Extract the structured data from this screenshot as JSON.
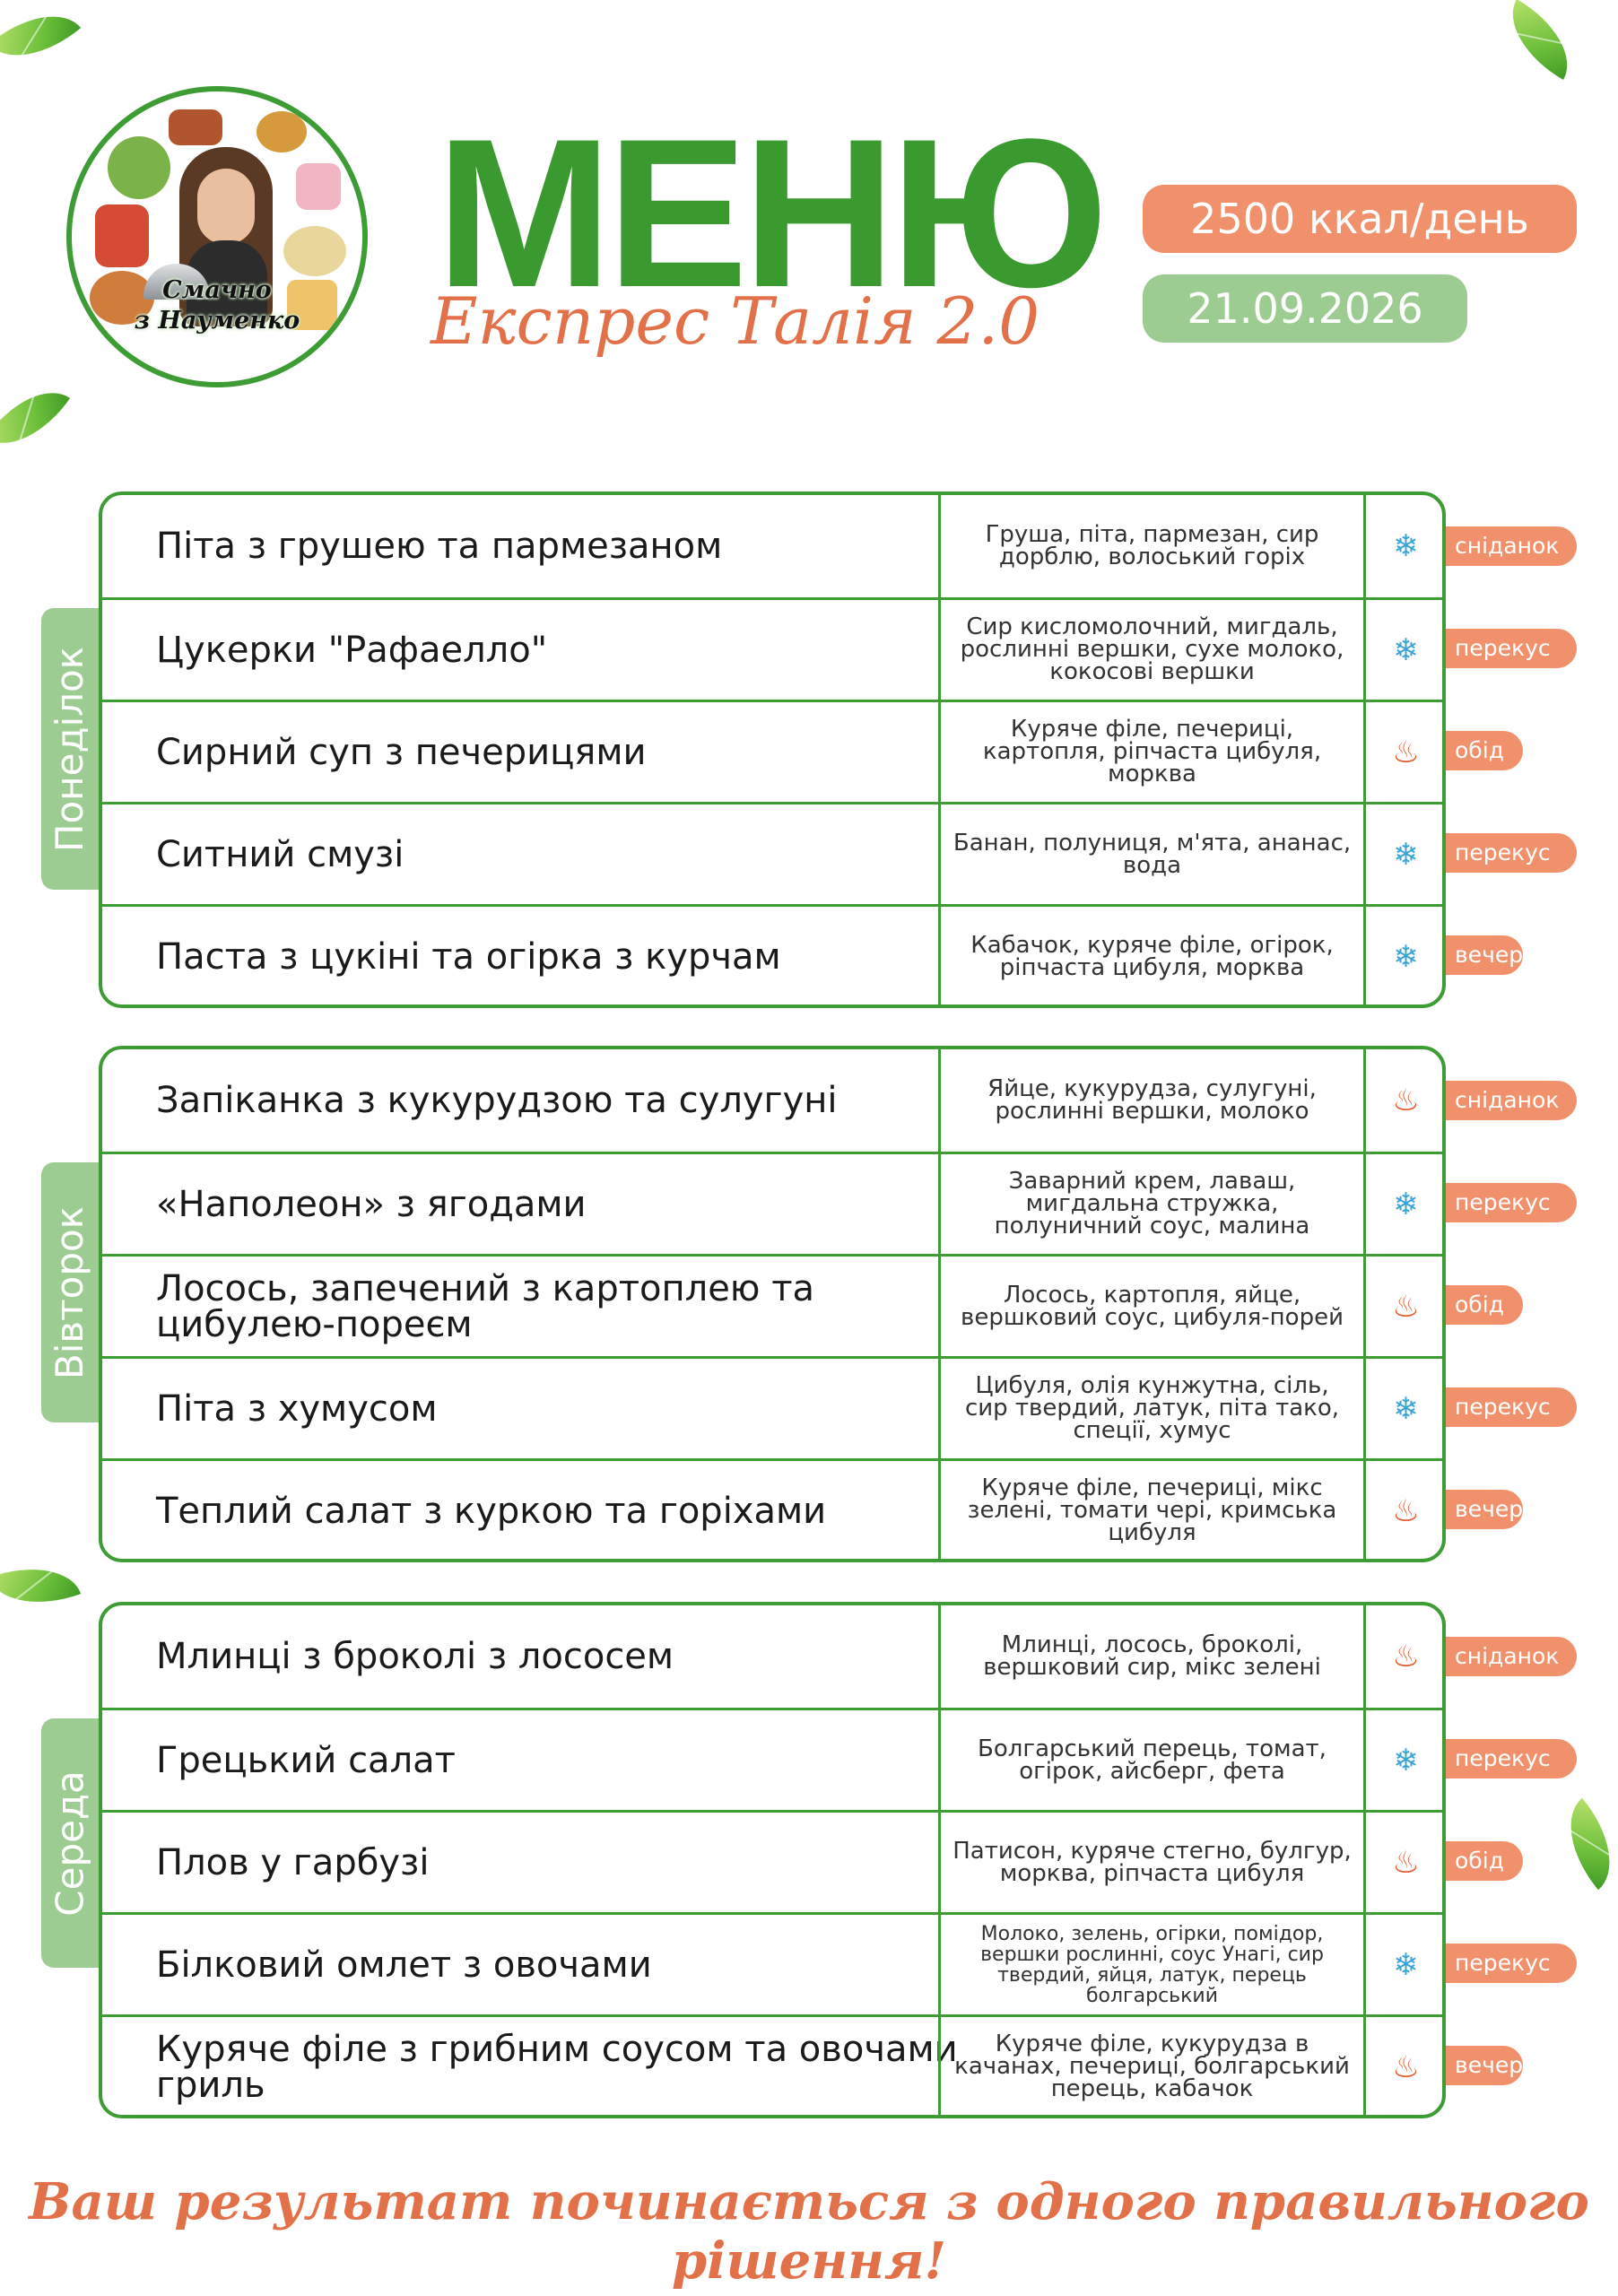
{
  "logo": {
    "line1": "Смачно",
    "line2": "з Науменко"
  },
  "header": {
    "title": "МЕНЮ",
    "subtitle": "Експрес Талія 2.0",
    "calories": "2500 ккал/день",
    "date": "21.09.2026"
  },
  "colors": {
    "green": "#3e9c35",
    "accent": "#f0916c",
    "soft_green": "#9ccc92",
    "orange_text": "#e2714a"
  },
  "icons": {
    "cold": "snowflake-icon",
    "hot": "fire-icon"
  },
  "days": [
    {
      "name": "Понеділок",
      "meals": [
        {
          "dish": "Піта з грушею та пармезаном",
          "ingredients": "Груша, піта, пармезан, сир дорблю, волоський горіх",
          "temp": "cold",
          "meal_type": "сніданок"
        },
        {
          "dish": "Цукерки \"Рафаелло\"",
          "ingredients": "Сир кисломолочний, мигдаль, рослинні вершки, сухе молоко, кокосові вершки",
          "temp": "cold",
          "meal_type": "перекус"
        },
        {
          "dish": "Сирний суп з печерицями",
          "ingredients": "Куряче філе, печериці, картопля, ріпчаста цибуля, морква",
          "temp": "hot",
          "meal_type": "обід"
        },
        {
          "dish": "Ситний смузі",
          "ingredients": "Банан, полуниця, м'ята, ананас, вода",
          "temp": "cold",
          "meal_type": "перекус"
        },
        {
          "dish": "Паста з цукіні та огірка з курчам",
          "ingredients": "Кабачок, куряче філе, огірок, ріпчаста цибуля, морква",
          "temp": "cold",
          "meal_type": "вечеря"
        }
      ]
    },
    {
      "name": "Вівторок",
      "meals": [
        {
          "dish": "Запіканка з кукурудзою та сулугуні",
          "ingredients": "Яйце, кукурудза, сулугуні, рослинні вершки, молоко",
          "temp": "hot",
          "meal_type": "сніданок"
        },
        {
          "dish": "«Наполеон» з ягодами",
          "ingredients": "Заварний крем, лаваш, мигдальна стружка, полуничний соус, малина",
          "temp": "cold",
          "meal_type": "перекус"
        },
        {
          "dish": "Лосось, запечений з картоплею та цибулею-пореєм",
          "ingredients": "Лосось, картопля, яйце, вершковий соус, цибуля-порей",
          "temp": "hot",
          "meal_type": "обід"
        },
        {
          "dish": "Піта з хумусом",
          "ingredients": "Цибуля, олія кунжутна, сіль, сир твердий, латук, піта тако, спеції, хумус",
          "temp": "cold",
          "meal_type": "перекус"
        },
        {
          "dish": "Теплий салат з куркою та горіхами",
          "ingredients": "Куряче філе, печериці, мікс зелені, томати чері, кримська цибуля",
          "temp": "hot",
          "meal_type": "вечеря"
        }
      ]
    },
    {
      "name": "Середа",
      "meals": [
        {
          "dish": "Млинці з броколі з лососем",
          "ingredients": "Млинці, лосось, броколі, вершковий сир, мікс зелені",
          "temp": "hot",
          "meal_type": "сніданок"
        },
        {
          "dish": "Грецький салат",
          "ingredients": "Болгарський перець, томат, огірок, айсберг, фета",
          "temp": "cold",
          "meal_type": "перекус"
        },
        {
          "dish": "Плов у гарбузі",
          "ingredients": "Патисон, куряче стегно, булгур, морква, ріпчаста цибуля",
          "temp": "hot",
          "meal_type": "обід"
        },
        {
          "dish": "Білковий омлет з овочами",
          "ingredients": "Молоко, зелень, огірки, помідор, вершки рослинні, соус Унагі, сир твердий, яйця, латук, перець болгарський",
          "temp": "cold",
          "meal_type": "перекус"
        },
        {
          "dish": "Куряче філе з грибним соусом та овочами гриль",
          "ingredients": "Куряче філе, кукурудза в качанах, печериці, болгарський перець, кабачок",
          "temp": "hot",
          "meal_type": "вечеря"
        }
      ]
    }
  ],
  "footer": "Ваш результат починається з одного правильного рішення!"
}
